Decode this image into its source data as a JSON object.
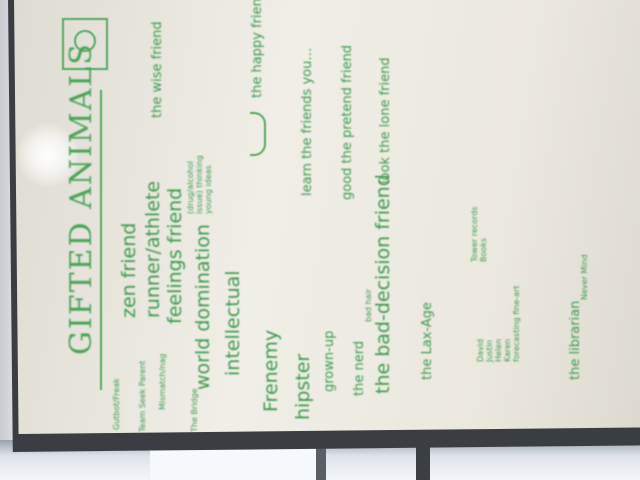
{
  "board": {
    "title": "GIFTED ANIMALS",
    "notes": [
      "Gutbot/Freak",
      "zen friend",
      "Team Seek Parent",
      "runner/athlete",
      "Mismatch/nag",
      "feelings friend",
      "The Bridge",
      "world domination",
      "intellectual",
      "Frenemy",
      "hipster",
      "grown-up",
      "the nerd",
      "the bad-decision friend",
      "the Lax-Age",
      "the librarian",
      "the wise friend",
      "the happy friend",
      "learn the friends you…",
      "good the pretend friend",
      "look the lone friend"
    ],
    "sub_notes": [
      "David\nJustin\nHelen\nKaren\nforecasting fine-art",
      "Tower records\nBooks",
      "Never Mind",
      "bad hair",
      "(drug/alcohol\nissue) thinking\nyoung ideas"
    ]
  }
}
